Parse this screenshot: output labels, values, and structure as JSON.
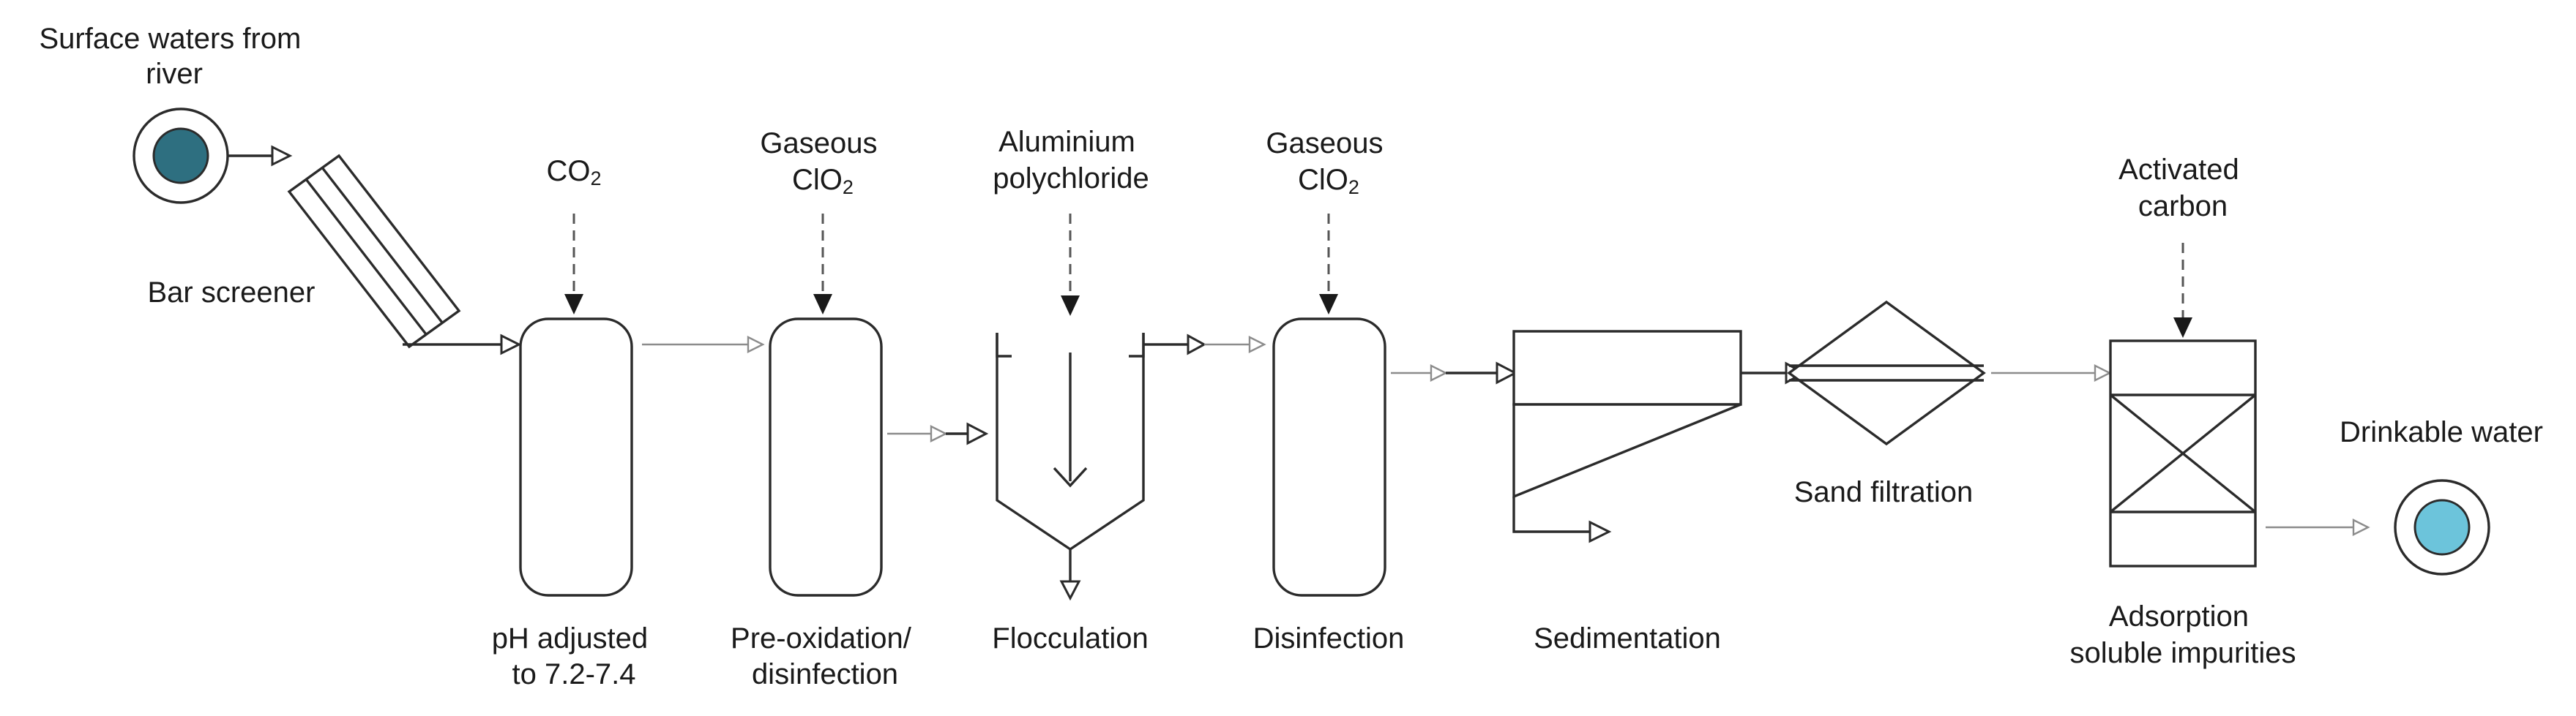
{
  "colors": {
    "source_fill": "#2e6f80",
    "output_fill": "#6cc4db",
    "line": "#2b2b2b",
    "thin_line": "#8c8c8c"
  },
  "labels": {
    "source": [
      "Surface waters from",
      "river"
    ],
    "bar_screener": "Bar screener",
    "co2": {
      "main": "CO",
      "subscript": "2"
    },
    "clo2_first": {
      "line1": "Gaseous",
      "main": "ClO",
      "subscript": "2"
    },
    "aluminium": [
      "Aluminium",
      "polychloride"
    ],
    "clo2_second": {
      "line1": "Gaseous",
      "main": "ClO",
      "subscript": "2"
    },
    "activated_carbon": [
      "Activated",
      "carbon"
    ],
    "ph_adjust": [
      "pH adjusted",
      "to 7.2-7.4"
    ],
    "pre_oxidation": [
      "Pre-oxidation/",
      "disinfection"
    ],
    "flocculation": "Flocculation",
    "disinfection": "Disinfection",
    "sedimentation": "Sedimentation",
    "sand_filtration": "Sand filtration",
    "adsorption": [
      "Adsorption",
      "soluble impurities"
    ],
    "drinkable": "Drinkable water"
  }
}
